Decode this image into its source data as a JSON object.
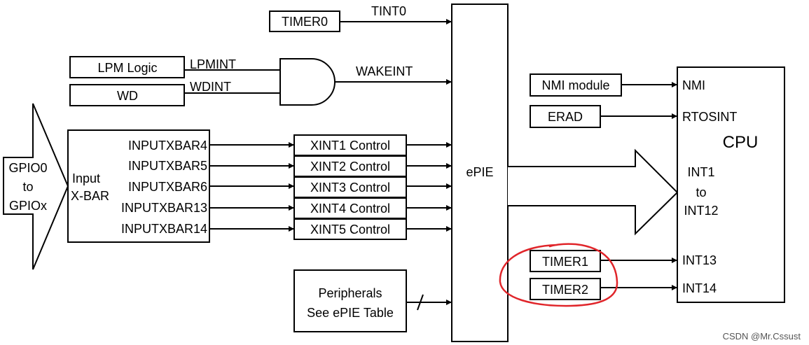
{
  "blocks": {
    "timer0": "TIMER0",
    "lpm_logic": "LPM Logic",
    "wd": "WD",
    "gpio": [
      "GPIO0",
      "to",
      "GPIOx"
    ],
    "input_xbar": [
      "Input",
      "X-BAR"
    ],
    "xint": [
      "XINT1 Control",
      "XINT2 Control",
      "XINT3 Control",
      "XINT4 Control",
      "XINT5 Control"
    ],
    "peripherals": [
      "Peripherals",
      "See ePIE Table"
    ],
    "epie": "ePIE",
    "nmi_module": "NMI module",
    "erad": "ERAD",
    "timer1": "TIMER1",
    "timer2": "TIMER2",
    "cpu": "CPU"
  },
  "signals": {
    "tint0": "TINT0",
    "lpmint": "LPMINT",
    "wdint": "WDINT",
    "wakeint": "WAKEINT",
    "inputxbar": [
      "INPUTXBAR4",
      "INPUTXBAR5",
      "INPUTXBAR6",
      "INPUTXBAR13",
      "INPUTXBAR14"
    ]
  },
  "cpu_inputs": {
    "nmi": "NMI",
    "rtosint": "RTOSINT",
    "int_range": [
      "INT1",
      "to",
      "INT12"
    ],
    "int13": "INT13",
    "int14": "INT14"
  },
  "watermark": "CSDN @Mr.Cssust",
  "colors": {
    "highlight": "#e0252a",
    "line": "#000000"
  }
}
